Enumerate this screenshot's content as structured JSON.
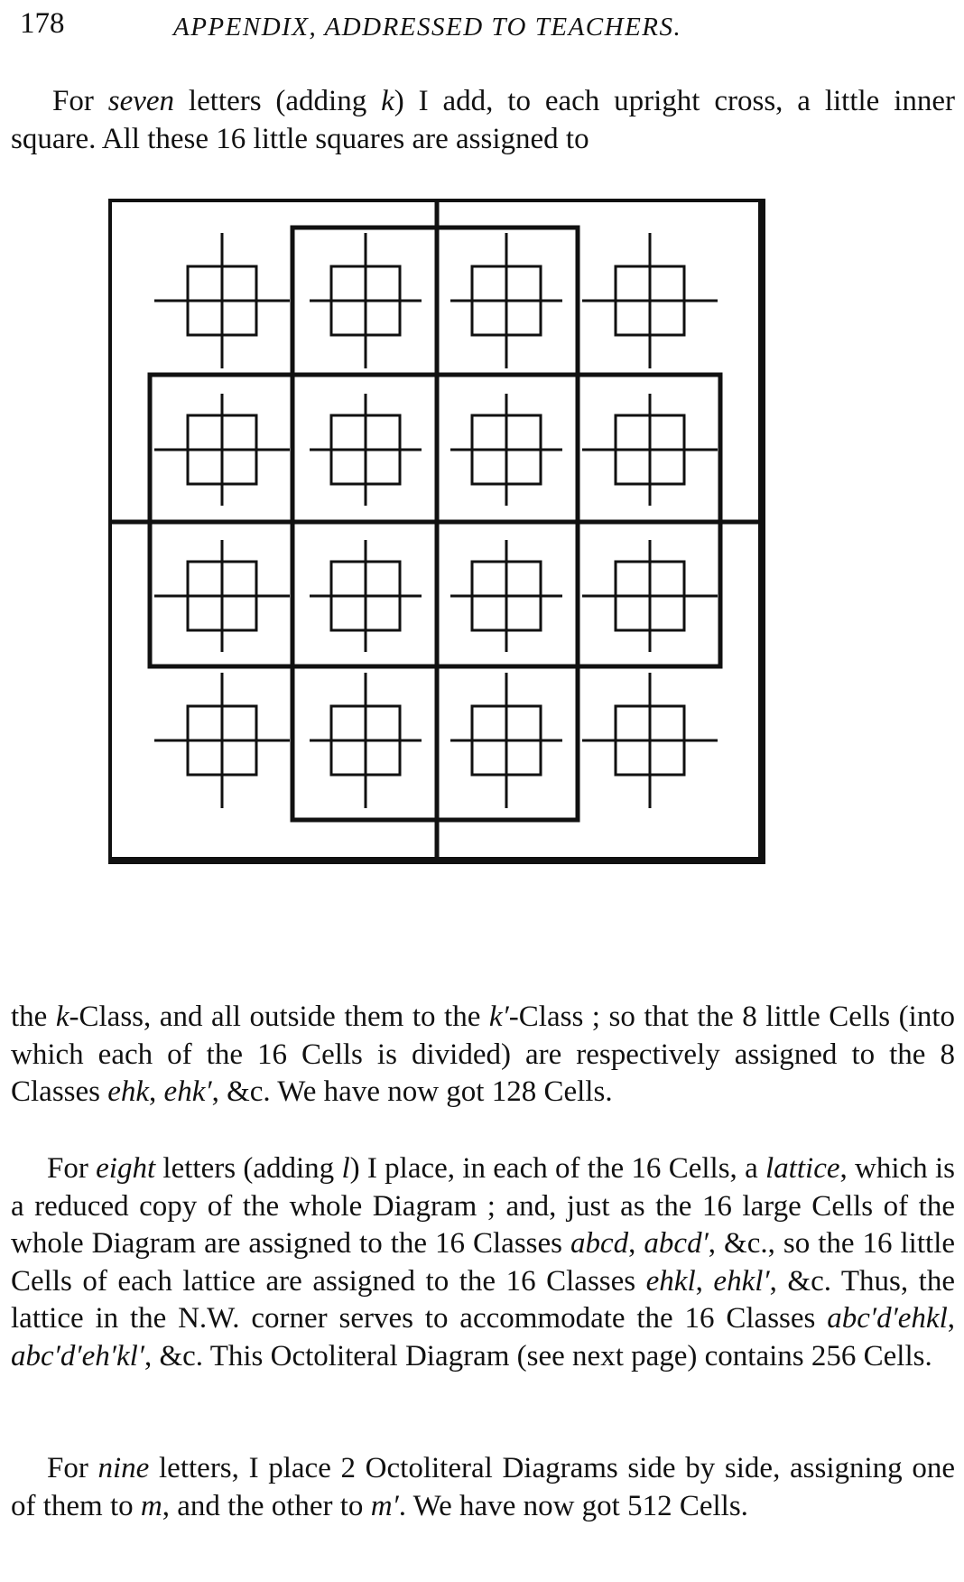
{
  "page": {
    "number": "178",
    "running_title": "APPENDIX, ADDRESSED TO TEACHERS."
  },
  "text": {
    "intro": {
      "s1": "For ",
      "e1": "seven",
      "s2": " letters (adding ",
      "e2": "k",
      "s3": ") I add, to each upright cross, a little inner square.  All these 16 little squares are assigned to"
    },
    "k_class": {
      "s1": "the ",
      "e1": "k",
      "s2": "-Class, and all outside them to the ",
      "e2": "k′",
      "s3": "-Class ; so that the 8 little Cells (into which each of the 16 Cells is divided) are respectively assigned to the 8 Classes ",
      "e3": "ehk",
      "s4": ", ",
      "e4": "ehk′",
      "s5": ", &c.  We have now got 128 Cells."
    },
    "eight": {
      "s1": "For ",
      "e1": "eight",
      "s2": " letters (adding ",
      "e2": "l",
      "s3": ") I place, in each of the 16 Cells, a ",
      "e3": "lattice",
      "s4": ", which is a reduced copy of the whole Diagram ; and, just as the 16 large Cells of the whole Diagram are assigned to the 16 Classes ",
      "e4": "abcd",
      "s5": ", ",
      "e5": "abcd′",
      "s6": ", &c., so the 16 little Cells of each lattice are assigned to the 16 Classes ",
      "e6": "ehkl",
      "s7": ", ",
      "e7": "ehkl′",
      "s8": ", &c.  Thus, the lattice in the N.W. corner serves to accommodate the 16 Classes ",
      "e8": "abc′d′ehkl",
      "s9": ", ",
      "e9": "abc′d′eh′kl′",
      "s10": ", &c.  This Octoliteral Diagram (see next page) contains 256 Cells."
    },
    "nine": {
      "s1": "For ",
      "e1": "nine",
      "s2": " letters, I place 2 Octoliteral Diagrams side by side, assigning one of them to ",
      "e2": "m",
      "s3": ", and the other to ",
      "e3": "m′",
      "s4": ".  We have now got 512 Cells."
    }
  },
  "diagram": {
    "grid": {
      "rows": 4,
      "cols": 4
    },
    "cell_content": "upright cross with little inner square",
    "cells": 16
  }
}
